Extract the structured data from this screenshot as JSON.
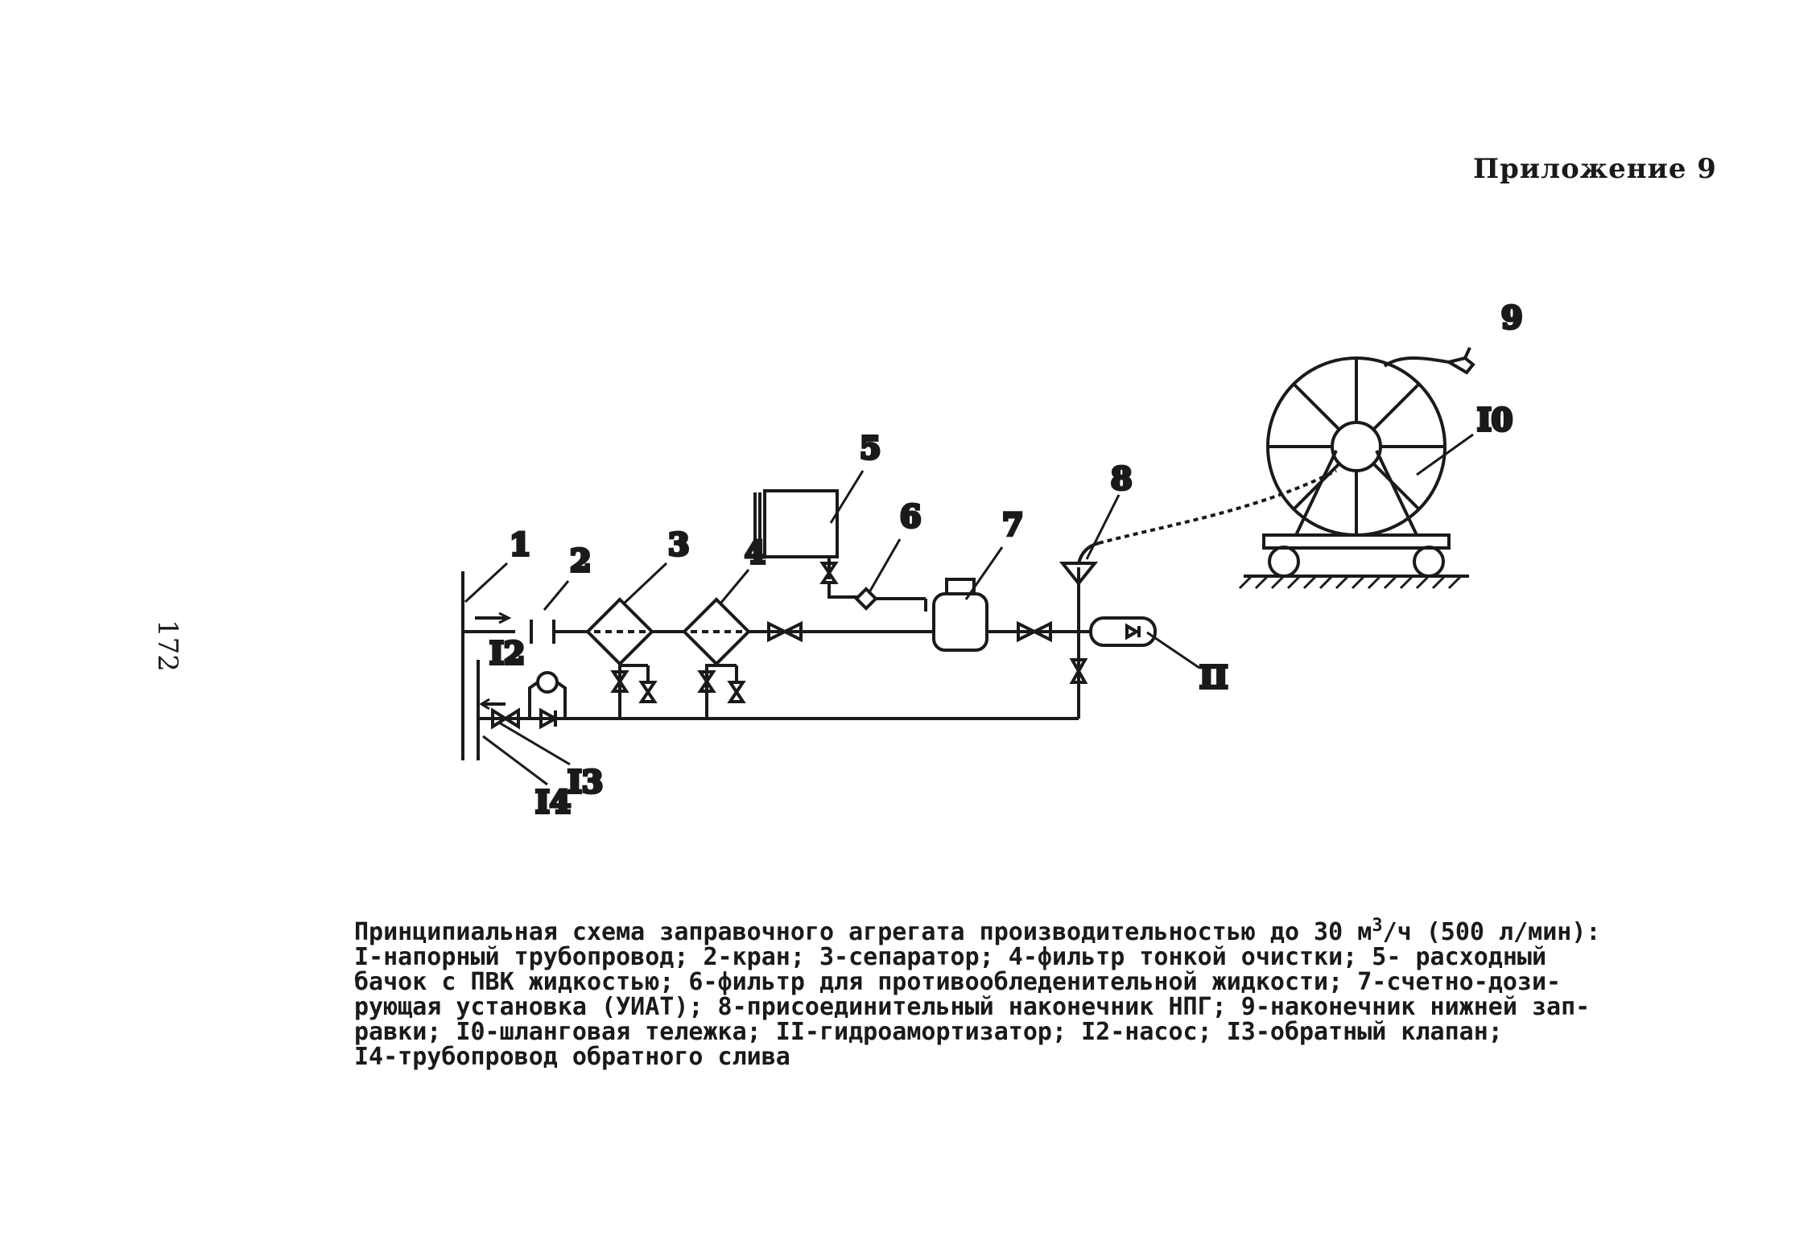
{
  "header": {
    "appendix": "Приложение 9"
  },
  "page_number": "172",
  "diagram": {
    "labels": {
      "l1": "1",
      "l2": "2",
      "l3": "3",
      "l4": "4",
      "l5": "5",
      "l6": "6",
      "l7": "7",
      "l8": "8",
      "l9": "9",
      "l10": "I0",
      "l11": "II",
      "l12": "I2",
      "l13": "I3",
      "l14": "I4"
    }
  },
  "caption": {
    "title_main": "Принципиальная схема заправочного агрегата производительностью до 30 м",
    "title_sup": "3",
    "title_rest": "/ч (500 л/мин):",
    "lines": [
      "I-напорный трубопровод; 2-кран; 3-сепаратор; 4-фильтр тонкой очистки; 5- расходный",
      "бачок с ПВК жидкостью; 6-фильтр для противообледенительной жидкости; 7-счетно-дози-",
      "рующая установка (УИАТ); 8-присоединительный наконечник НПГ; 9-наконечник нижней зап-",
      "равки; I0-шланговая тележка; II-гидроамортизатор; I2-насос; I3-обратный клапан;",
      "I4-трубопровод обратного слива"
    ]
  }
}
